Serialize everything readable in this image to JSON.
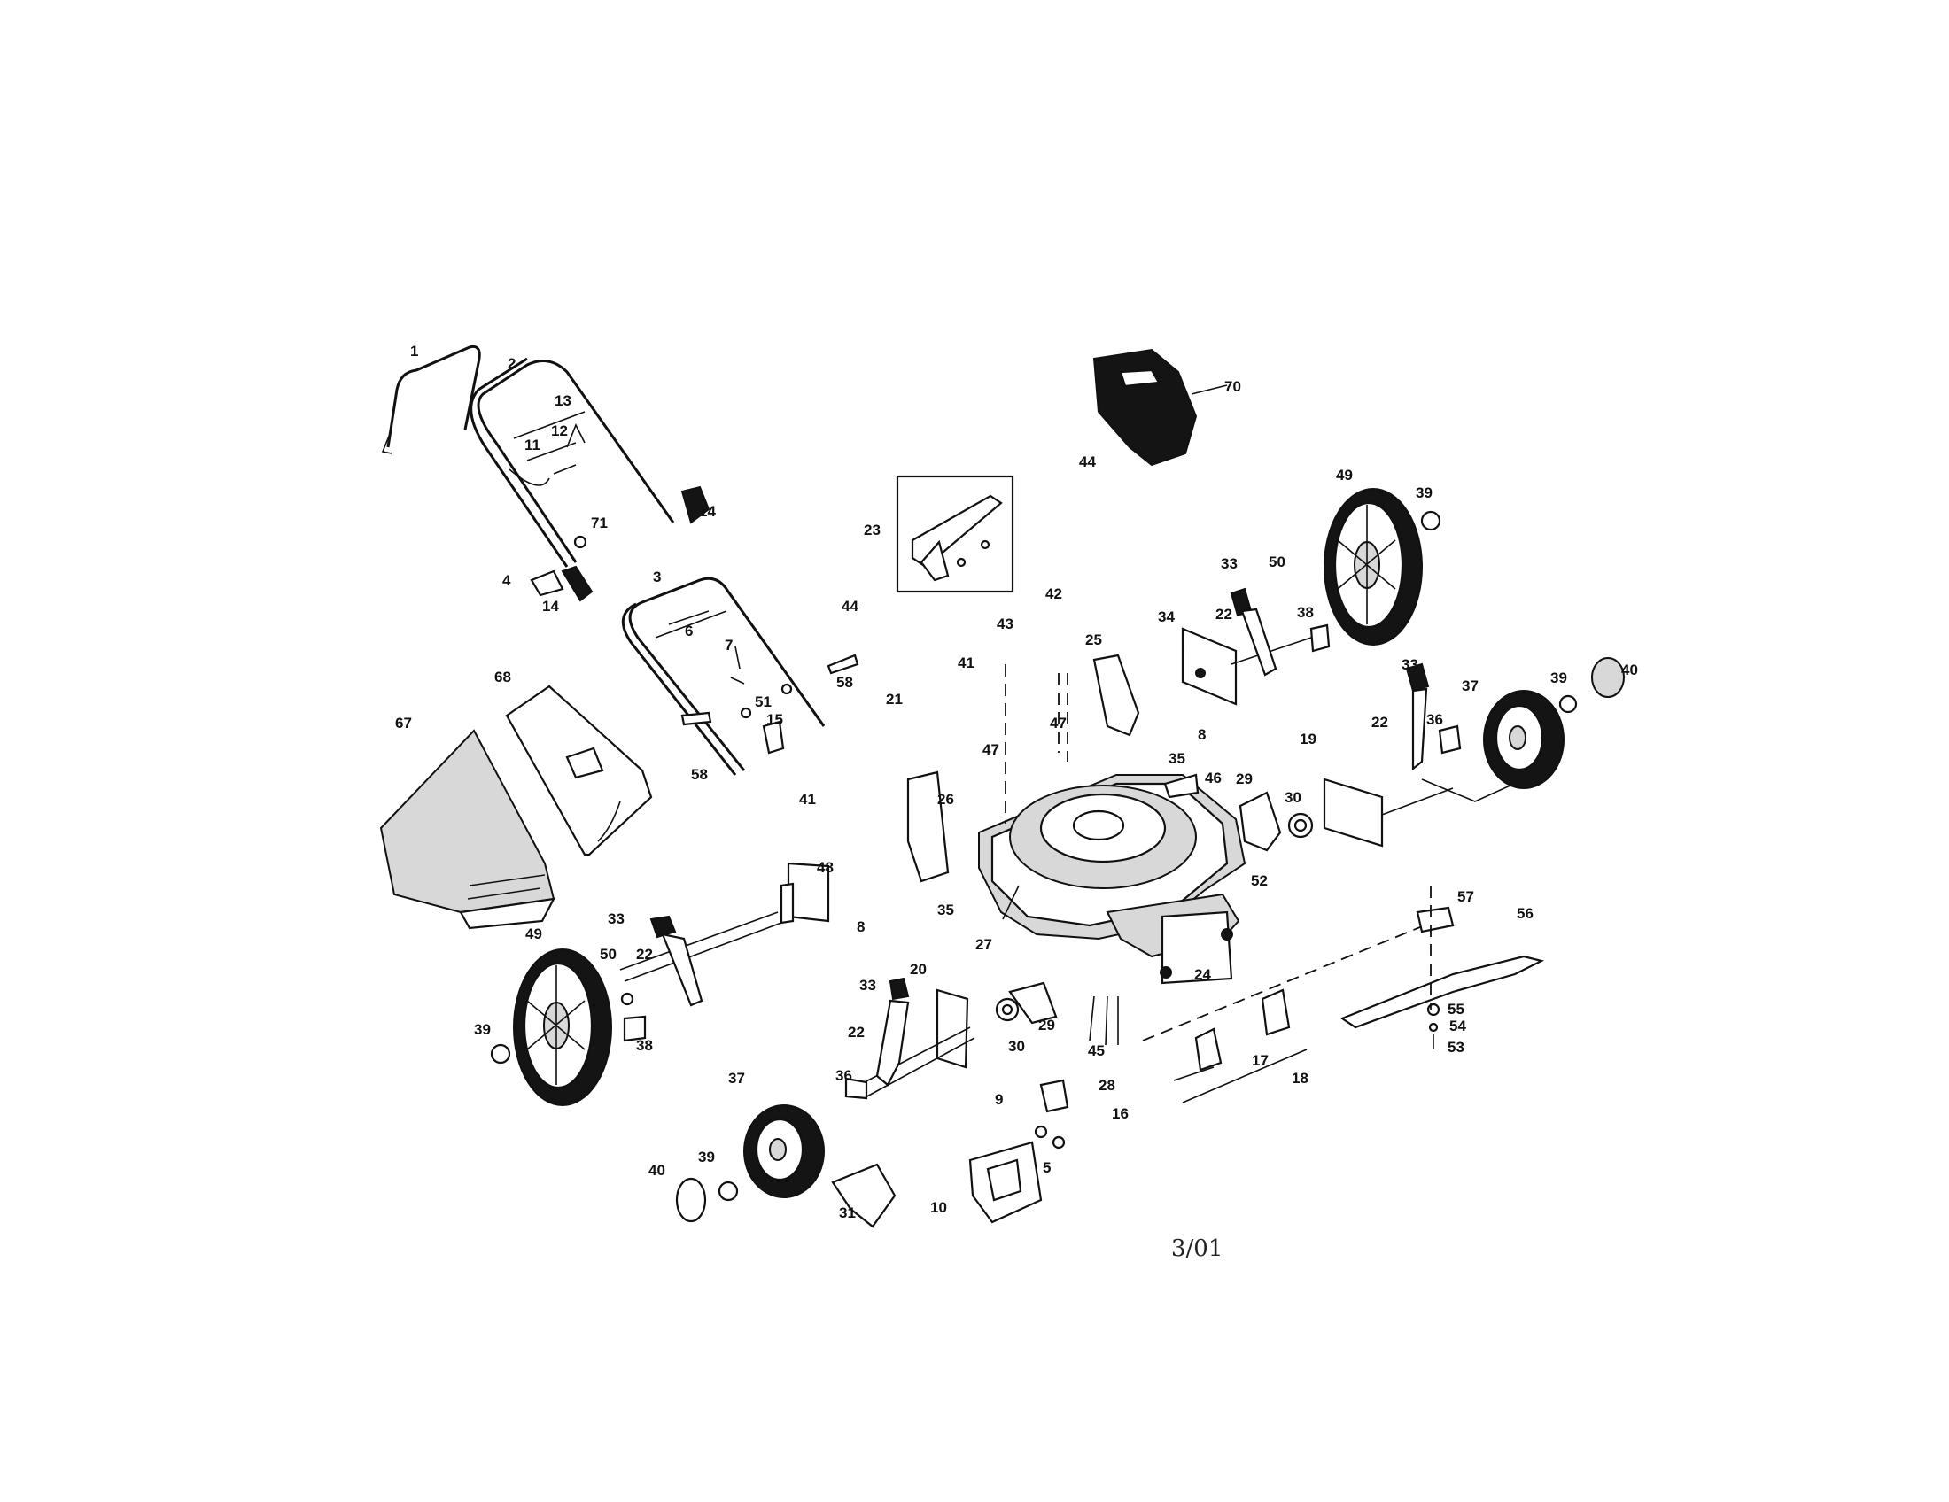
{
  "part_labels": [
    "1",
    "2",
    "3",
    "4",
    "5",
    "6",
    "7",
    "8",
    "8",
    "9",
    "10",
    "11",
    "12",
    "13",
    "14",
    "14",
    "15",
    "16",
    "17",
    "18",
    "19",
    "20",
    "21",
    "22",
    "22",
    "22",
    "23",
    "24",
    "25",
    "26",
    "27",
    "28",
    "29",
    "29",
    "30",
    "30",
    "31",
    "33",
    "33",
    "33",
    "34",
    "35",
    "35",
    "36",
    "36",
    "37",
    "37",
    "38",
    "38",
    "39",
    "39",
    "39",
    "39",
    "40",
    "40",
    "41",
    "41",
    "42",
    "43",
    "44",
    "44",
    "45",
    "46",
    "47",
    "47",
    "48",
    "49",
    "49",
    "50",
    "50",
    "51",
    "52",
    "53",
    "54",
    "55",
    "56",
    "57",
    "58",
    "58",
    "67",
    "68",
    "70",
    "71"
  ],
  "revision_date": "3/01"
}
